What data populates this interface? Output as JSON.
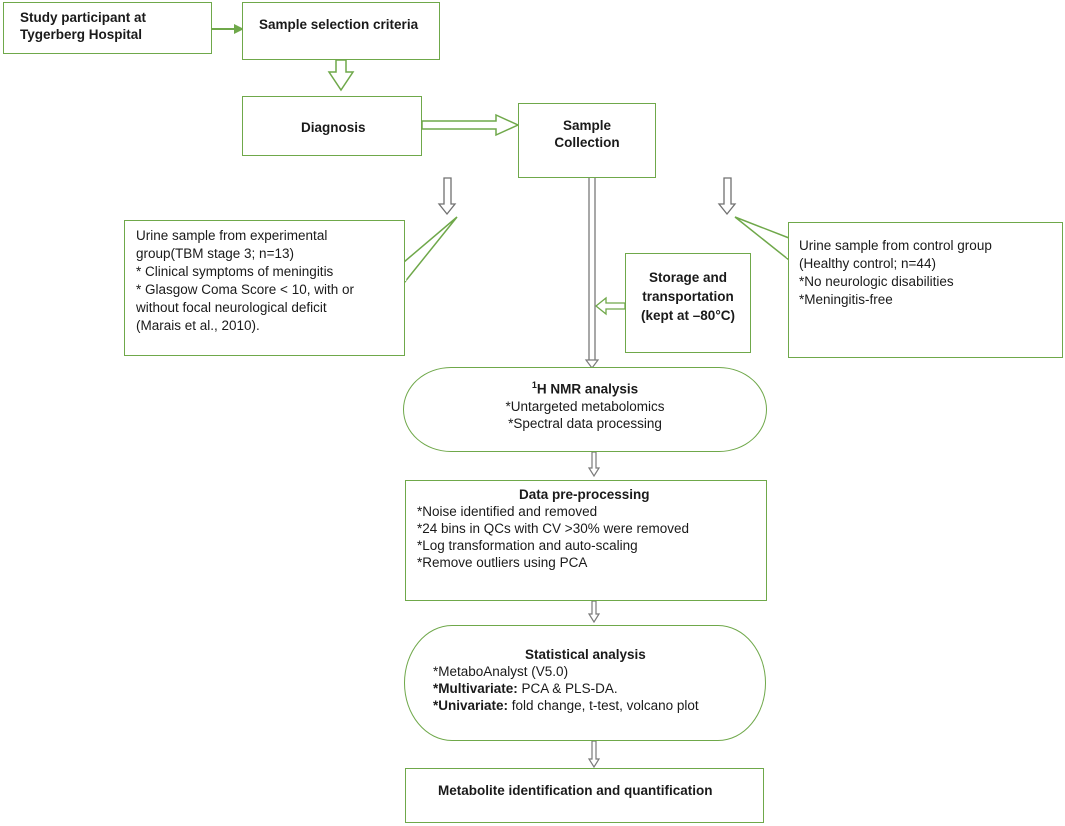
{
  "nodes": {
    "participant": "Study participant at Tygerberg Hospital",
    "criteria": "Sample selection criteria",
    "diagnosis": "Diagnosis",
    "collection": "Sample Collection",
    "storage": "Storage and transportation (kept at –80°C)",
    "experimental": {
      "lines": [
        "Urine sample from experimental",
        "group(TBM stage 3; n=13)",
        "* Clinical symptoms of meningitis",
        "* Glasgow Coma Score < 10, with or",
        "without focal neurological deficit",
        "(Marais et al., 2010)."
      ]
    },
    "control": {
      "lines": [
        "Urine sample from control group",
        "(Healthy control; n=44)",
        "*No neurologic disabilities",
        "*Meningitis-free"
      ]
    },
    "nmr": {
      "title_sup": "1",
      "title": "H NMR analysis",
      "lines": [
        "*Untargeted  metabolomics",
        "*Spectral data processing"
      ]
    },
    "preprocessing": {
      "title": "Data pre-processing",
      "lines": [
        "*Noise identified and removed",
        "*24 bins in QCs with CV >30% were removed",
        "*Log  transformation and auto-scaling",
        "*Remove  outliers using PCA"
      ]
    },
    "statistical": {
      "title": "Statistical analysis",
      "line1": "*MetaboAnalyst (V5.0)",
      "multivariate_label": "*Multivariate:",
      "multivariate_text": " PCA & PLS-DA.",
      "univariate_label": "*Univariate:",
      "univariate_text": " fold change, t-test,  volcano plot"
    },
    "identification": "Metabolite identification and quantification"
  },
  "colors": {
    "box_border": "#6fa84a",
    "arrow_outline": "#6fa84a",
    "connector": "#7a7a7a"
  }
}
